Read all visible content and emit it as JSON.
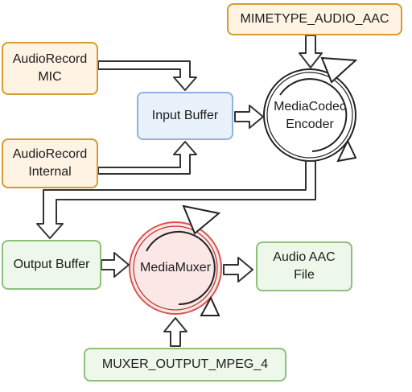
{
  "nodes": {
    "mimetype": "MIMETYPE_AUDIO_AAC",
    "audiorecord_mic": "AudioRecord\nMIC",
    "audiorecord_internal": "AudioRecord\nInternal",
    "input_buffer": "Input Buffer",
    "mediacodec_encoder": "MediaCodec\nEncoder",
    "output_buffer": "Output Buffer",
    "mediamuxer": "MediaMuxer",
    "audio_aac_file": "Audio AAC\nFile",
    "muxer_output": "MUXER_OUTPUT_MPEG_4"
  },
  "colors": {
    "orange_fill": "#fff3e4",
    "orange_stroke": "#d89b2f",
    "blue_fill": "#e9f1fb",
    "blue_stroke": "#8fb3df",
    "green_fill": "#eef8ea",
    "green_stroke": "#8ec07a",
    "muxer_stroke": "#d9534f",
    "arrow_fill": "#ffffff",
    "arrow_stroke": "#333333"
  }
}
